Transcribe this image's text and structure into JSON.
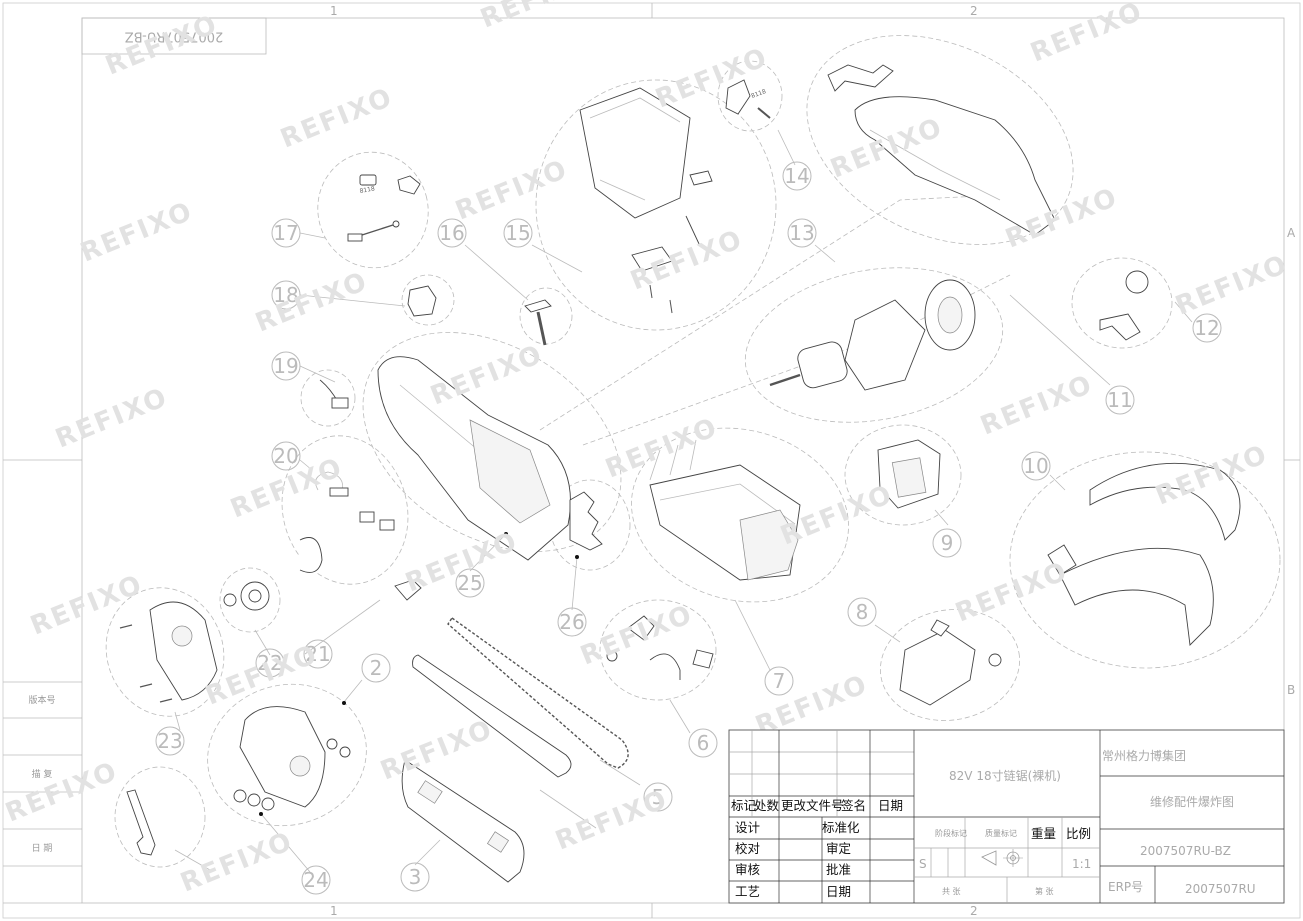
{
  "drawing": {
    "stamp_mirrored": "2007507RU-BZ",
    "zone_top": [
      "1",
      "2"
    ],
    "zone_bottom": [
      "1",
      "2"
    ],
    "zone_right": [
      "A",
      "B"
    ],
    "watermark": "REFIXO"
  },
  "callouts": [
    "2",
    "3",
    "5",
    "6",
    "7",
    "8",
    "9",
    "10",
    "11",
    "12",
    "13",
    "14",
    "15",
    "16",
    "17",
    "18",
    "19",
    "20",
    "21",
    "22",
    "23",
    "24",
    "25",
    "26"
  ],
  "part_labels": {
    "p17": "8118",
    "p14": "8118"
  },
  "left_strip": {
    "items": [
      "版本号",
      "描 复",
      "日 期"
    ]
  },
  "title_block": {
    "headers": [
      "标记",
      "处数",
      "更改文件号",
      "签名",
      "日期"
    ],
    "roles_left": [
      "设计",
      "校对",
      "审核",
      "工艺"
    ],
    "roles_right": [
      "标准化",
      "审定",
      "批准",
      "日期"
    ],
    "product": "82V 18寸链锯(裸机)",
    "company": "常州格力博集团",
    "doc_name": "维修配件爆炸图",
    "drawing_no": "2007507RU-BZ",
    "erp_label": "ERP号",
    "erp_no": "2007507RU",
    "stage_label": "阶段标记",
    "quality_label": "质量标记",
    "weight_label": "重量",
    "scale_label": "比例",
    "stage_value": "S",
    "scale_value": "1:1",
    "total_label": "共 张",
    "sheet_label": "第 张"
  }
}
